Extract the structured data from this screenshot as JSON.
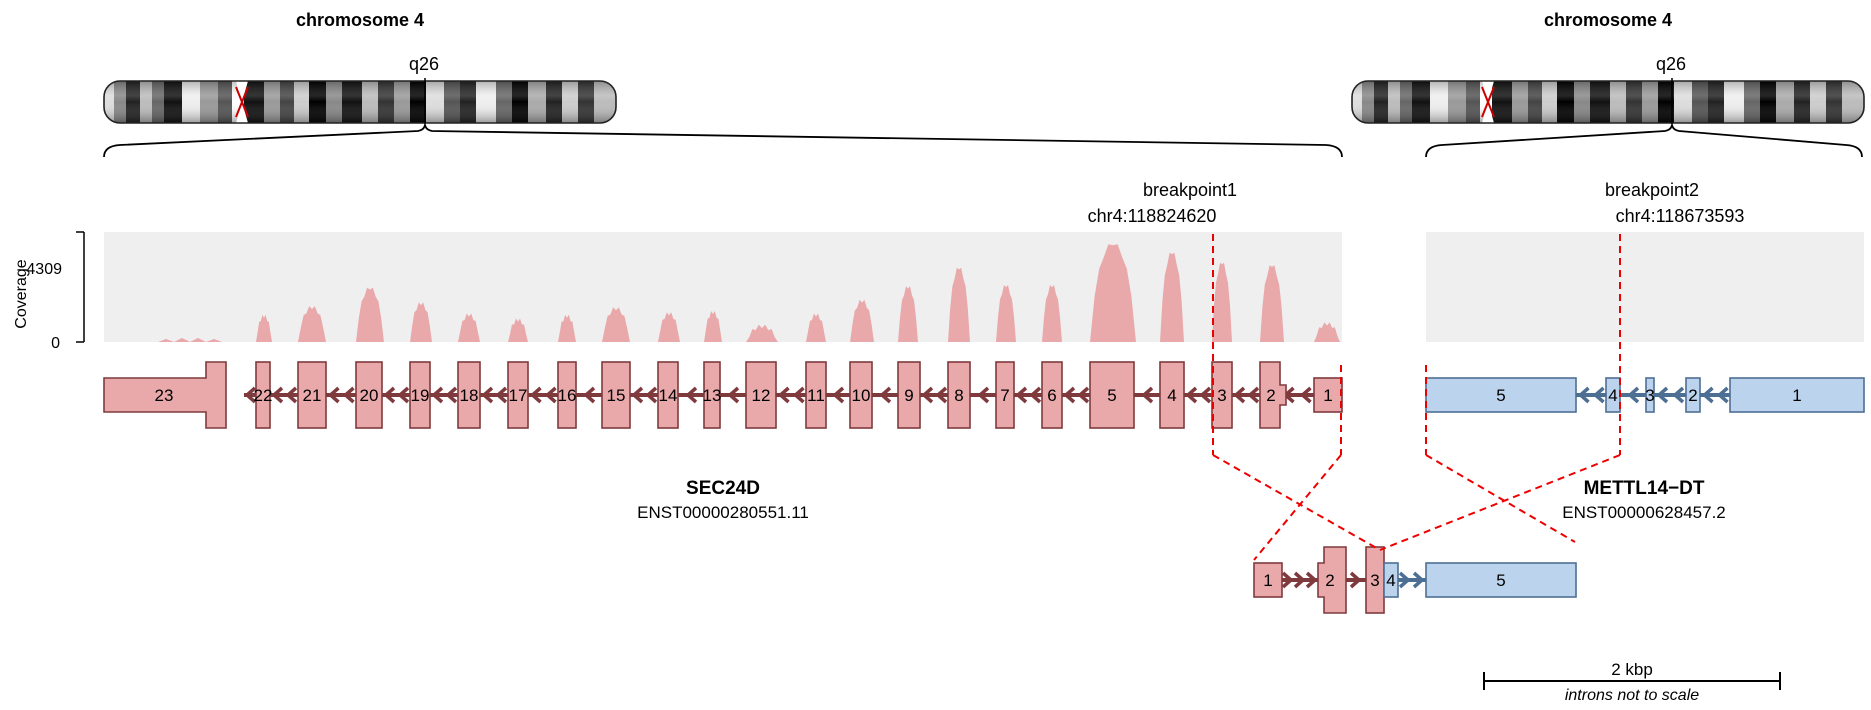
{
  "left": {
    "chromosome_title": "chromosome 4",
    "band_label": "q26",
    "gene": "SEC24D",
    "transcript": "ENST00000280551.11",
    "breakpoint_label": "breakpoint1",
    "breakpoint_coord": "chr4:118824620",
    "exons": [
      "23",
      "22",
      "21",
      "20",
      "19",
      "18",
      "17",
      "16",
      "15",
      "14",
      "13",
      "12",
      "11",
      "10",
      "9",
      "8",
      "7",
      "6",
      "5",
      "4",
      "3",
      "2",
      "1"
    ]
  },
  "right": {
    "chromosome_title": "chromosome 4",
    "band_label": "q26",
    "gene": "METTL14−DT",
    "transcript": "ENST00000628457.2",
    "breakpoint_label": "breakpoint2",
    "breakpoint_coord": "chr4:118673593",
    "exons": [
      "5",
      "4",
      "3",
      "2",
      "1"
    ]
  },
  "coverage": {
    "axis_title": "Coverage",
    "max_label": "4309",
    "min_label": "0",
    "max": 4309
  },
  "fusion": {
    "exons": [
      "1",
      "2",
      "3",
      "4",
      "5"
    ]
  },
  "scale": {
    "label": "2 kbp",
    "note": "introns not to scale"
  },
  "colors": {
    "gene5": "#e9a9ab",
    "gene5_border": "#7f3a3d",
    "gene3": "#bcd3ee",
    "gene3_border": "#4d6f93",
    "breakpoint": "#ee0000",
    "coverage_bg": "#efefef"
  }
}
